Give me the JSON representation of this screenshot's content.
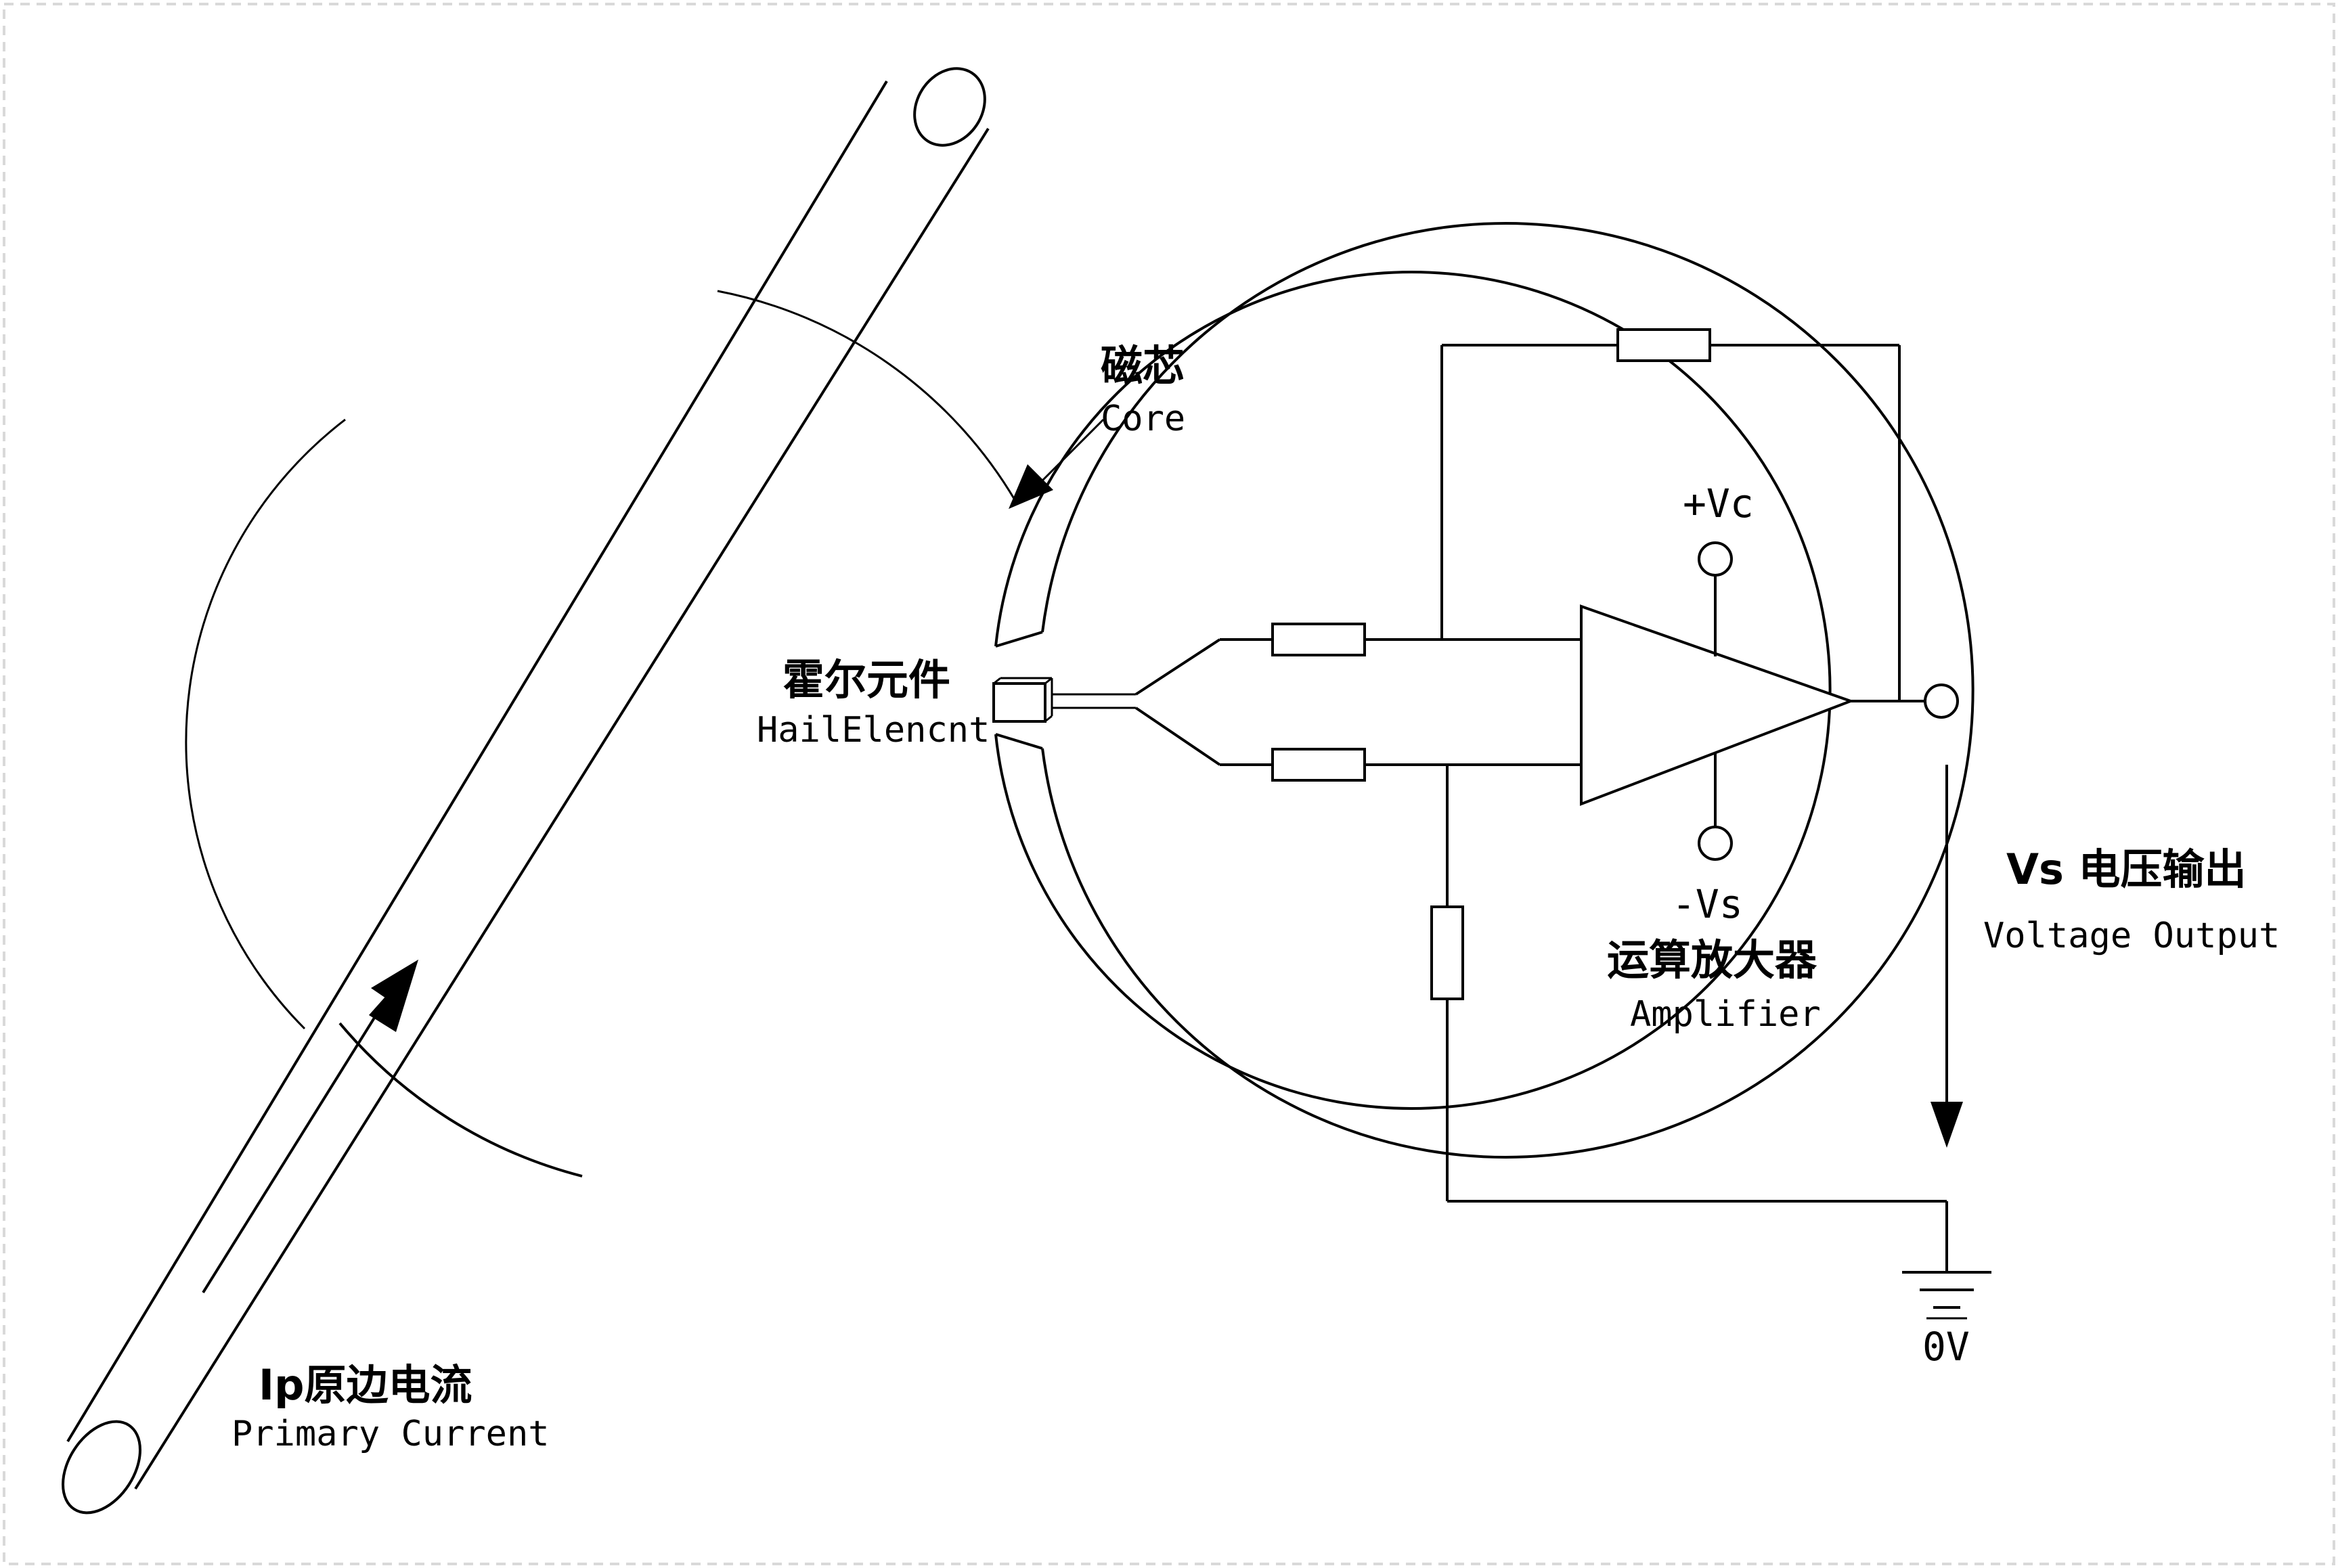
{
  "labels": {
    "core_cn": "磁芯",
    "core_en": "Core",
    "hall_cn": "霍尔元件",
    "hall_en": "HailElencnt",
    "primary_cn": "Ip原边电流",
    "primary_en": "Primary Current",
    "vc": "+Vc",
    "vs_neg": "-Vs",
    "amp_cn": "运算放大器",
    "amp_en": "Amplifier",
    "vout_cn": "Vs 电压输出",
    "vout_en": "Voltage Output",
    "ground": "0V"
  },
  "colors": {
    "line": "#000000",
    "background": "#ffffff",
    "frame": "#d9d9d9"
  }
}
